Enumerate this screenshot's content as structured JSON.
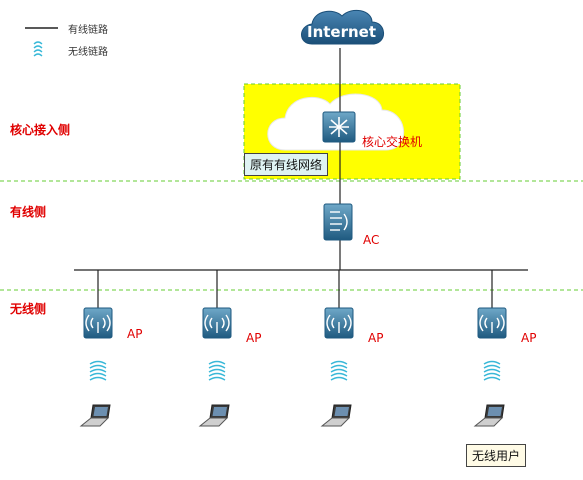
{
  "legend": {
    "wired_label": "有线链路",
    "wireless_label": "无线链路"
  },
  "zones": {
    "core": "核心接入侧",
    "wired": "有线侧",
    "wireless": "无线侧"
  },
  "internet_label": "Internet",
  "core_switch_label": "核心交换机",
  "wired_network_label": "原有有线网络",
  "ac_label": "AC",
  "aps": [
    {
      "label": "AP"
    },
    {
      "label": "AP"
    },
    {
      "label": "AP"
    },
    {
      "label": "AP"
    }
  ],
  "wireless_user_label": "无线用户",
  "colors": {
    "zone_label": "#e00000",
    "device_label": "#e00000",
    "core_zone_fill": "#ffff00",
    "core_zone_border": "#66cc33",
    "divider": "#66cc33",
    "wired_network_fill": "#dff3f3",
    "wireless_user_fill": "#fffbe6",
    "device": "#2f6f95"
  }
}
